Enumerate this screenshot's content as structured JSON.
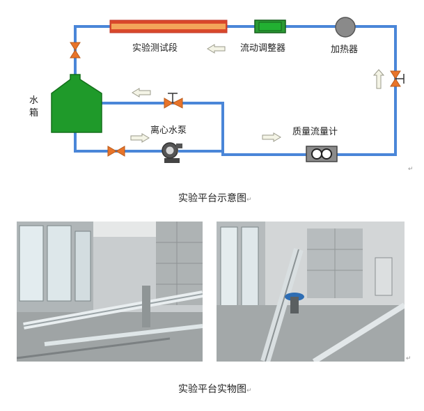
{
  "diagram": {
    "test_section_label": "实验测试段",
    "flow_regulator_label": "流动调整器",
    "heater_label": "加热器",
    "tank_label_1": "水",
    "tank_label_2": "箱",
    "pump_label": "离心水泵",
    "flowmeter_label": "质量流量计"
  },
  "captions": {
    "schematic": "实验平台示意图",
    "photo": "实验平台实物图"
  },
  "para_mark": "↵",
  "colors": {
    "pipe": "#4a86d8",
    "tank": "#1f9a2a",
    "valve": "#e8742a",
    "test_section": "#e86a2a",
    "regulator": "#2b9a34"
  }
}
